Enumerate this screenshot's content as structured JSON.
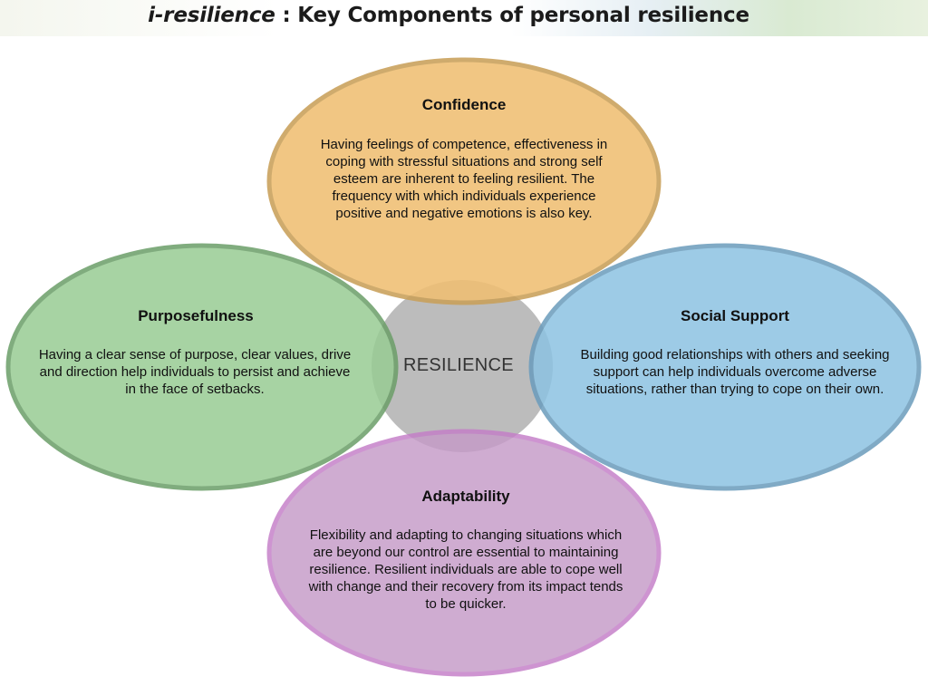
{
  "title": {
    "italic_part": "i-resilience",
    "rest": " : Key Components of personal resilience"
  },
  "center": {
    "label": "RESILIENCE",
    "color": "#b0b0b0"
  },
  "components": {
    "confidence": {
      "heading": "Confidence",
      "body": "Having feelings of competence, effectiveness in coping with stressful situations and strong self esteem are inherent to feeling resilient. The frequency with which individuals experience positive and negative emotions is also key.",
      "fill": "#f0bf73",
      "stroke": "#c9a05a"
    },
    "purposefulness": {
      "heading": "Purposefulness",
      "body": "Having a clear sense of purpose, clear values, drive and direction help individuals to persist and achieve in the face of setbacks.",
      "fill": "#98cc94",
      "stroke": "#6b9e68"
    },
    "social_support": {
      "heading": "Social Support",
      "body": "Building good relationships with others and seeking support can help individuals overcome adverse situations, rather than trying to cope on their own.",
      "fill": "#8cc3e2",
      "stroke": "#6a9cbc"
    },
    "adaptability": {
      "heading": "Adaptability",
      "body": "Flexibility and adapting to changing situations which are beyond our control are essential to maintaining resilience. Resilient individuals are able to cope well with change and their recovery from its impact tends to be quicker.",
      "fill": "#c59ac8",
      "stroke": "#c47dc8"
    }
  }
}
